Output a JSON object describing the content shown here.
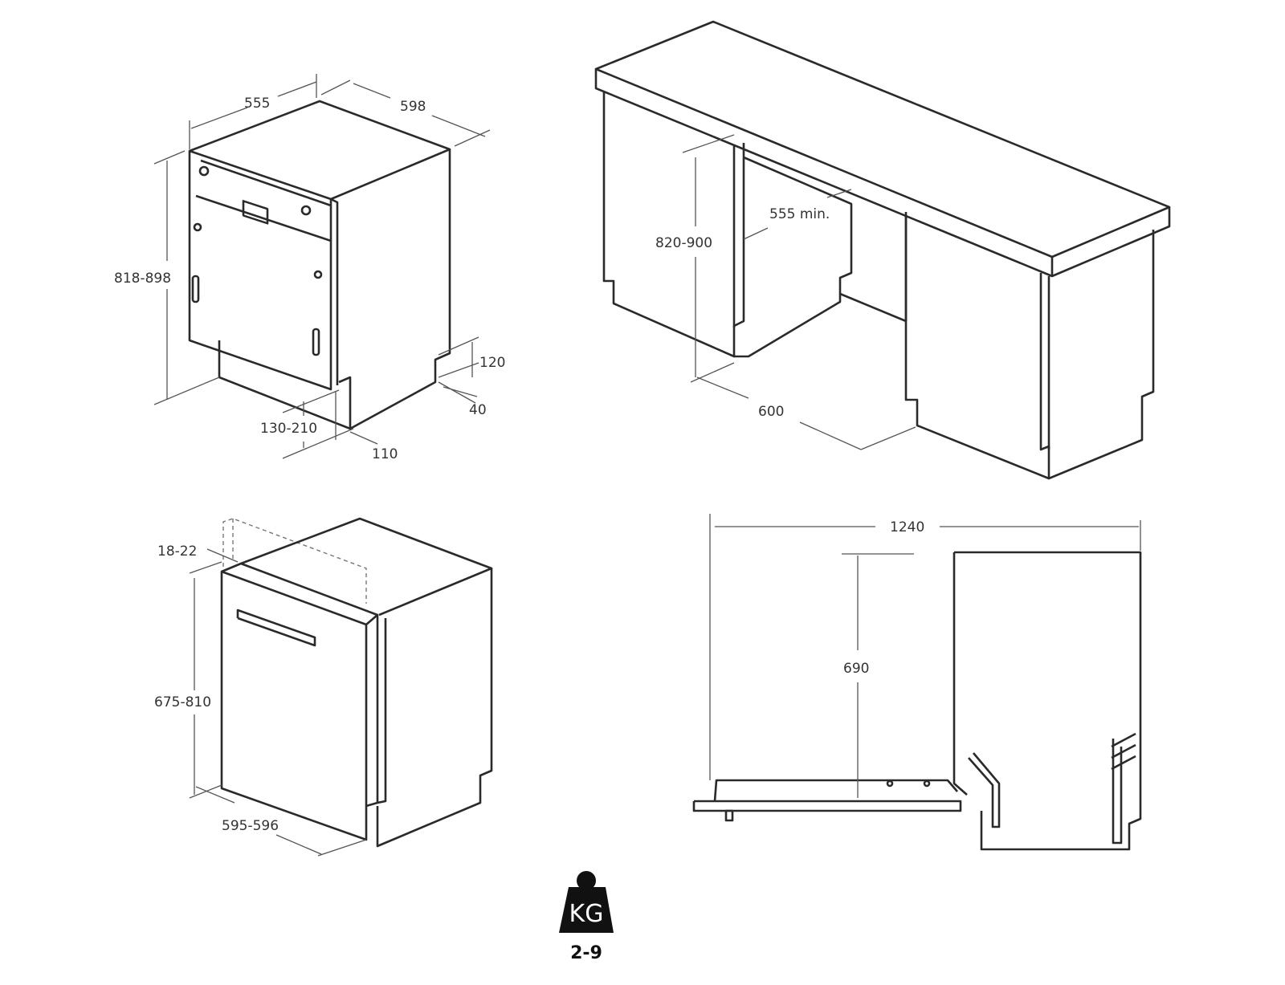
{
  "figure_semi_integrated": {
    "width": "555",
    "depth": "598",
    "height": "818-898",
    "plinth_height": "120",
    "plinth_depth": "40",
    "plinth_range": "130-210",
    "plinth_offset": "110"
  },
  "figure_installation": {
    "height": "820-900",
    "niche_width": "555 min.",
    "depth": "600"
  },
  "figure_fully_integrated": {
    "panel_thickness": "18-22",
    "panel_height": "675-810",
    "panel_width": "595-596"
  },
  "figure_door_open": {
    "depth_open": "1240",
    "height": "690"
  },
  "weight": {
    "unit": "KG",
    "range": "2-9"
  }
}
